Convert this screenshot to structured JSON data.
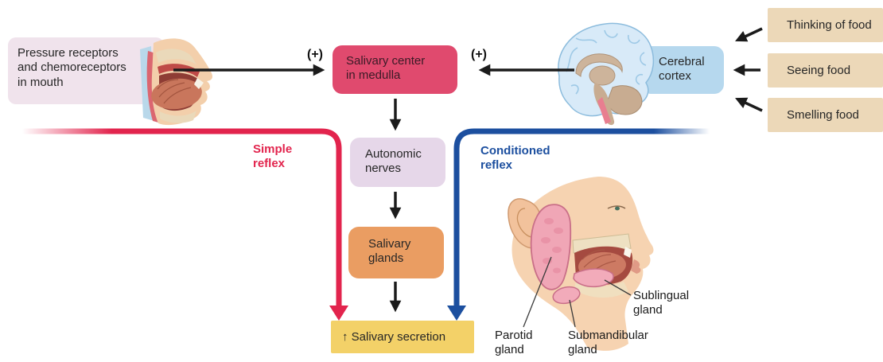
{
  "boxes": {
    "pressure_receptors": "Pressure receptors and chemoreceptors in mouth",
    "salivary_center": "Salivary center in medulla",
    "cerebral_cortex": "Cerebral cortex",
    "autonomic_nerves": "Autonomic nerves",
    "salivary_glands": "Salivary glands",
    "salivary_secretion": "↑ Salivary secretion"
  },
  "stimuli": [
    {
      "label": "Thinking of food"
    },
    {
      "label": "Seeing food"
    },
    {
      "label": "Smelling food"
    }
  ],
  "pathways": {
    "simple_reflex": "Simple reflex",
    "conditioned_reflex": "Conditioned reflex"
  },
  "plus": {
    "left": "(+)",
    "right": "(+)"
  },
  "glands": {
    "parotid": "Parotid gland",
    "submandibular": "Submandibular gland",
    "sublingual": "Sublingual gland"
  },
  "colors": {
    "simple_reflex_red": "#e2244d",
    "conditioned_reflex_blue": "#1c4f9f",
    "salivary_center_bg": "#e04a6e",
    "cerebral_cortex_bg": "#b6d8ee",
    "pressure_box_bg": "#f0e3ec",
    "autonomic_bg": "#e6d7e9",
    "salivary_glands_bg": "#ea9d62",
    "secretion_bg": "#f3d168",
    "stimulus_bg": "#ecd8b8",
    "arrow_black": "#1b1b1b"
  }
}
